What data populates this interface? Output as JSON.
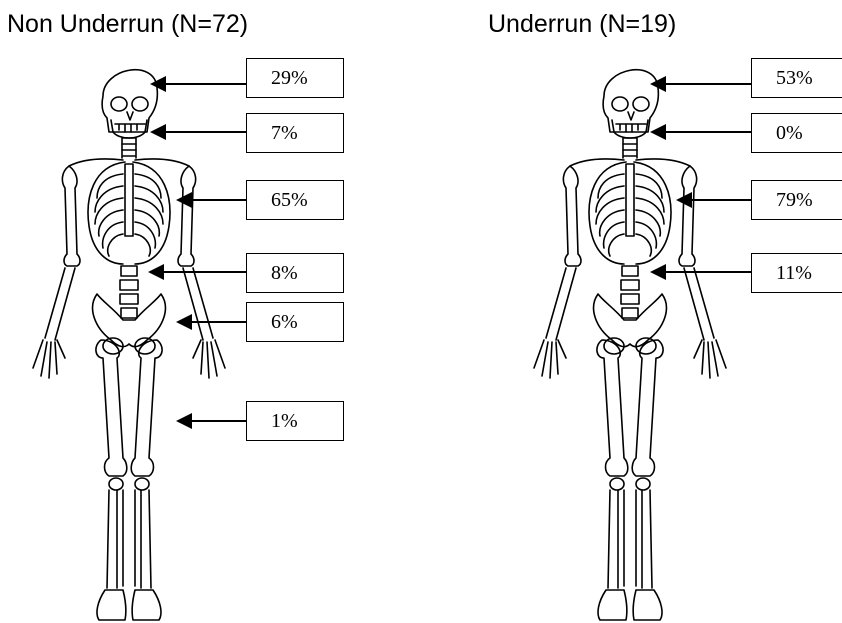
{
  "panels": [
    {
      "title": "Non Underrun (N=72)",
      "regions": [
        {
          "region": "skull",
          "value": "29%"
        },
        {
          "region": "jaw",
          "value": "7%"
        },
        {
          "region": "chest",
          "value": "65%"
        },
        {
          "region": "abdomen",
          "value": "8%"
        },
        {
          "region": "pelvis",
          "value": "6%"
        },
        {
          "region": "legs",
          "value": "1%"
        }
      ]
    },
    {
      "title": "Underrun (N=19)",
      "regions": [
        {
          "region": "skull",
          "value": "53%"
        },
        {
          "region": "jaw",
          "value": "0%"
        },
        {
          "region": "chest",
          "value": "79%"
        },
        {
          "region": "abdomen",
          "value": "11%"
        }
      ]
    }
  ],
  "icons": [
    "skeleton-icon",
    "arrow-left-icon"
  ]
}
